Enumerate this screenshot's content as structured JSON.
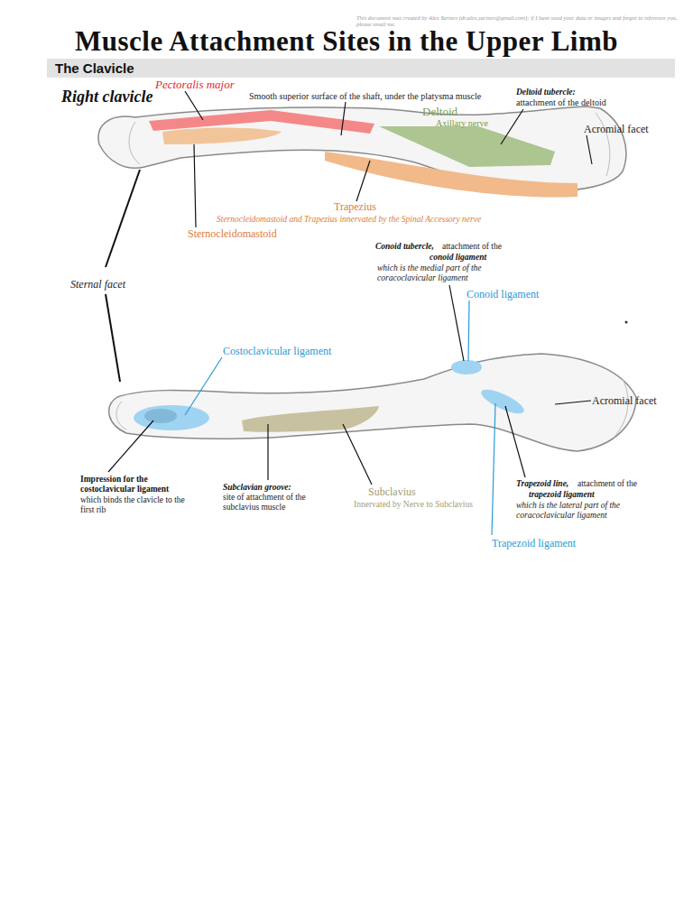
{
  "diagram": {
    "title": "Muscle Attachment Sites in the Upper Limb",
    "nodes": [
      {
        "text": [
          "The Clavicle"
        ]
      }
    ],
    "edges": [],
    "labels": [
      "This document was created by Alex Yartsev (dr.alex.yartsev@gmail.com); if I have used your data or images and forgot to reference you, please email me.",
      "Pectoralis major",
      "Right clavicle",
      "Smooth superior surface of the  shaft, under the platysma muscle",
      "Deltoid tubercle:",
      "attachment of the deltoid",
      "Deltoid",
      "Axillary nerve",
      "Acromial facet",
      "Trapezius",
      "Sternocleidomastoid and Trapezius innervated by the Spinal Accessory nerve",
      "Sternocleidomastoid",
      "Conoid tubercle,",
      "attachment of the",
      "conoid ligament",
      "which is the medial part of the coracoclavicular ligament",
      "Sternal facet",
      "Conoid ligament",
      "Costoclavicular ligament",
      "Acromial facet",
      "Impression for the costoclavicular ligament",
      "which binds the clavicle to the first rib",
      "Subclavian groove:",
      "site of attachment of the subclavius muscle",
      "Subclavius",
      "Innervated by Nerve to Subclavius",
      "Trapezoid line,",
      "attachment of the",
      "trapezoid ligament",
      "which is the lateral part of the coracoclavicular ligament",
      "Trapezoid ligament"
    ]
  }
}
